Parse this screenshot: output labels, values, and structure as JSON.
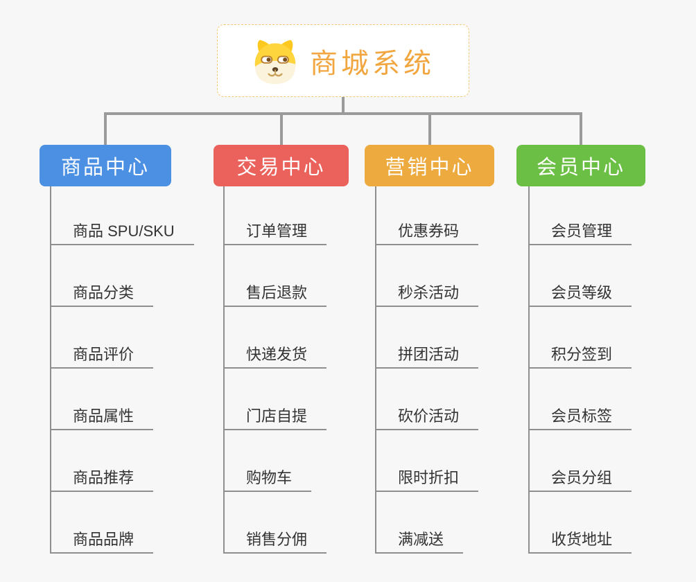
{
  "app": {
    "background_color": "#f7f7f7",
    "connector_color": "#9b9b9b",
    "underline_color": "#8f8f8f"
  },
  "root": {
    "title": "商城系统",
    "icon": "dog-face-icon",
    "text_color": "#f2a640",
    "border_color": "#f5c878"
  },
  "branches": [
    {
      "id": "product-center",
      "label": "商品中心",
      "color": "#4b90e2",
      "children": [
        "商品 SPU/SKU",
        "商品分类",
        "商品评价",
        "商品属性",
        "商品推荐",
        "商品品牌"
      ]
    },
    {
      "id": "trade-center",
      "label": "交易中心",
      "color": "#ea625b",
      "children": [
        "订单管理",
        "售后退款",
        "快递发货",
        "门店自提",
        "购物车",
        "销售分佣"
      ]
    },
    {
      "id": "marketing-center",
      "label": "营销中心",
      "color": "#edaa3e",
      "children": [
        "优惠券码",
        "秒杀活动",
        "拼团活动",
        "砍价活动",
        "限时折扣",
        "满减送"
      ]
    },
    {
      "id": "member-center",
      "label": "会员中心",
      "color": "#6cbf45",
      "children": [
        "会员管理",
        "会员等级",
        "积分签到",
        "会员标签",
        "会员分组",
        "收货地址"
      ]
    }
  ]
}
